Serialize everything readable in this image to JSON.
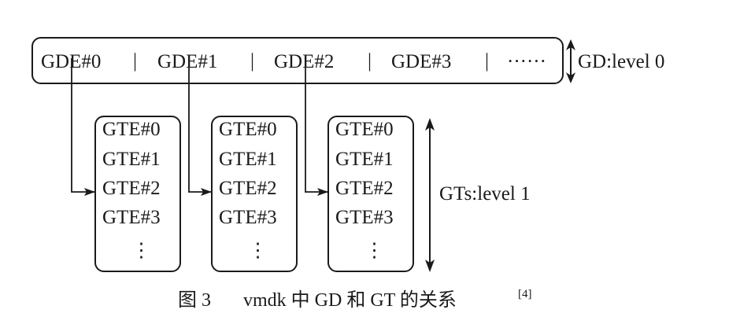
{
  "gd_row": {
    "entries": [
      "GDE#0",
      "GDE#1",
      "GDE#2",
      "GDE#3"
    ],
    "more": "······",
    "separator": "|",
    "level_label": "GD:level 0"
  },
  "gt_tables": [
    {
      "entries": [
        "GTE#0",
        "GTE#1",
        "GTE#2",
        "GTE#3"
      ],
      "more": "⋮"
    },
    {
      "entries": [
        "GTE#0",
        "GTE#1",
        "GTE#2",
        "GTE#3"
      ],
      "more": "⋮"
    },
    {
      "entries": [
        "GTE#0",
        "GTE#1",
        "GTE#2",
        "GTE#3"
      ],
      "more": "⋮"
    }
  ],
  "gt_level_label": "GTs:level 1",
  "caption": {
    "figure_number": "图 3",
    "text": "vmdk 中 GD 和 GT 的关系",
    "reference": "[4]"
  }
}
